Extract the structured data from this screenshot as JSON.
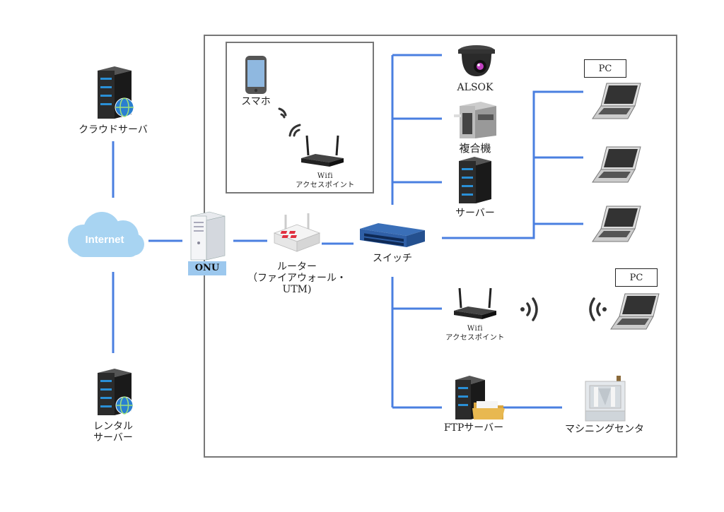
{
  "nodes": {
    "cloud_server": "クラウドサーバ",
    "rental_server_1": "レンタル",
    "rental_server_2": "サーバー",
    "internet": "Internet",
    "onu": "ONU",
    "router_1": "ルーター",
    "router_2": "（ファイアウォール・",
    "router_3": "UTM)",
    "switch": "スイッチ",
    "smartphone": "スマホ",
    "wifi_ap_top_1": "Wifi",
    "wifi_ap_top_2": "アクセスポイント",
    "alsok": "ALSOK",
    "mfp": "複合機",
    "server": "サーバー",
    "pc_top": "PC",
    "wifi_ap_bottom_1": "Wifi",
    "wifi_ap_bottom_2": "アクセスポイント",
    "pc_bottom": "PC",
    "ftp_server": "FTPサーバー",
    "machining_center": "マシニングセンタ"
  },
  "colors": {
    "link": "#4a7fe0",
    "frame": "#777777",
    "cloud": "#a8d4f2",
    "onu_tag": "#9cc8ee",
    "server_body": "#2b2b2b",
    "server_led": "#2a8fd6"
  }
}
